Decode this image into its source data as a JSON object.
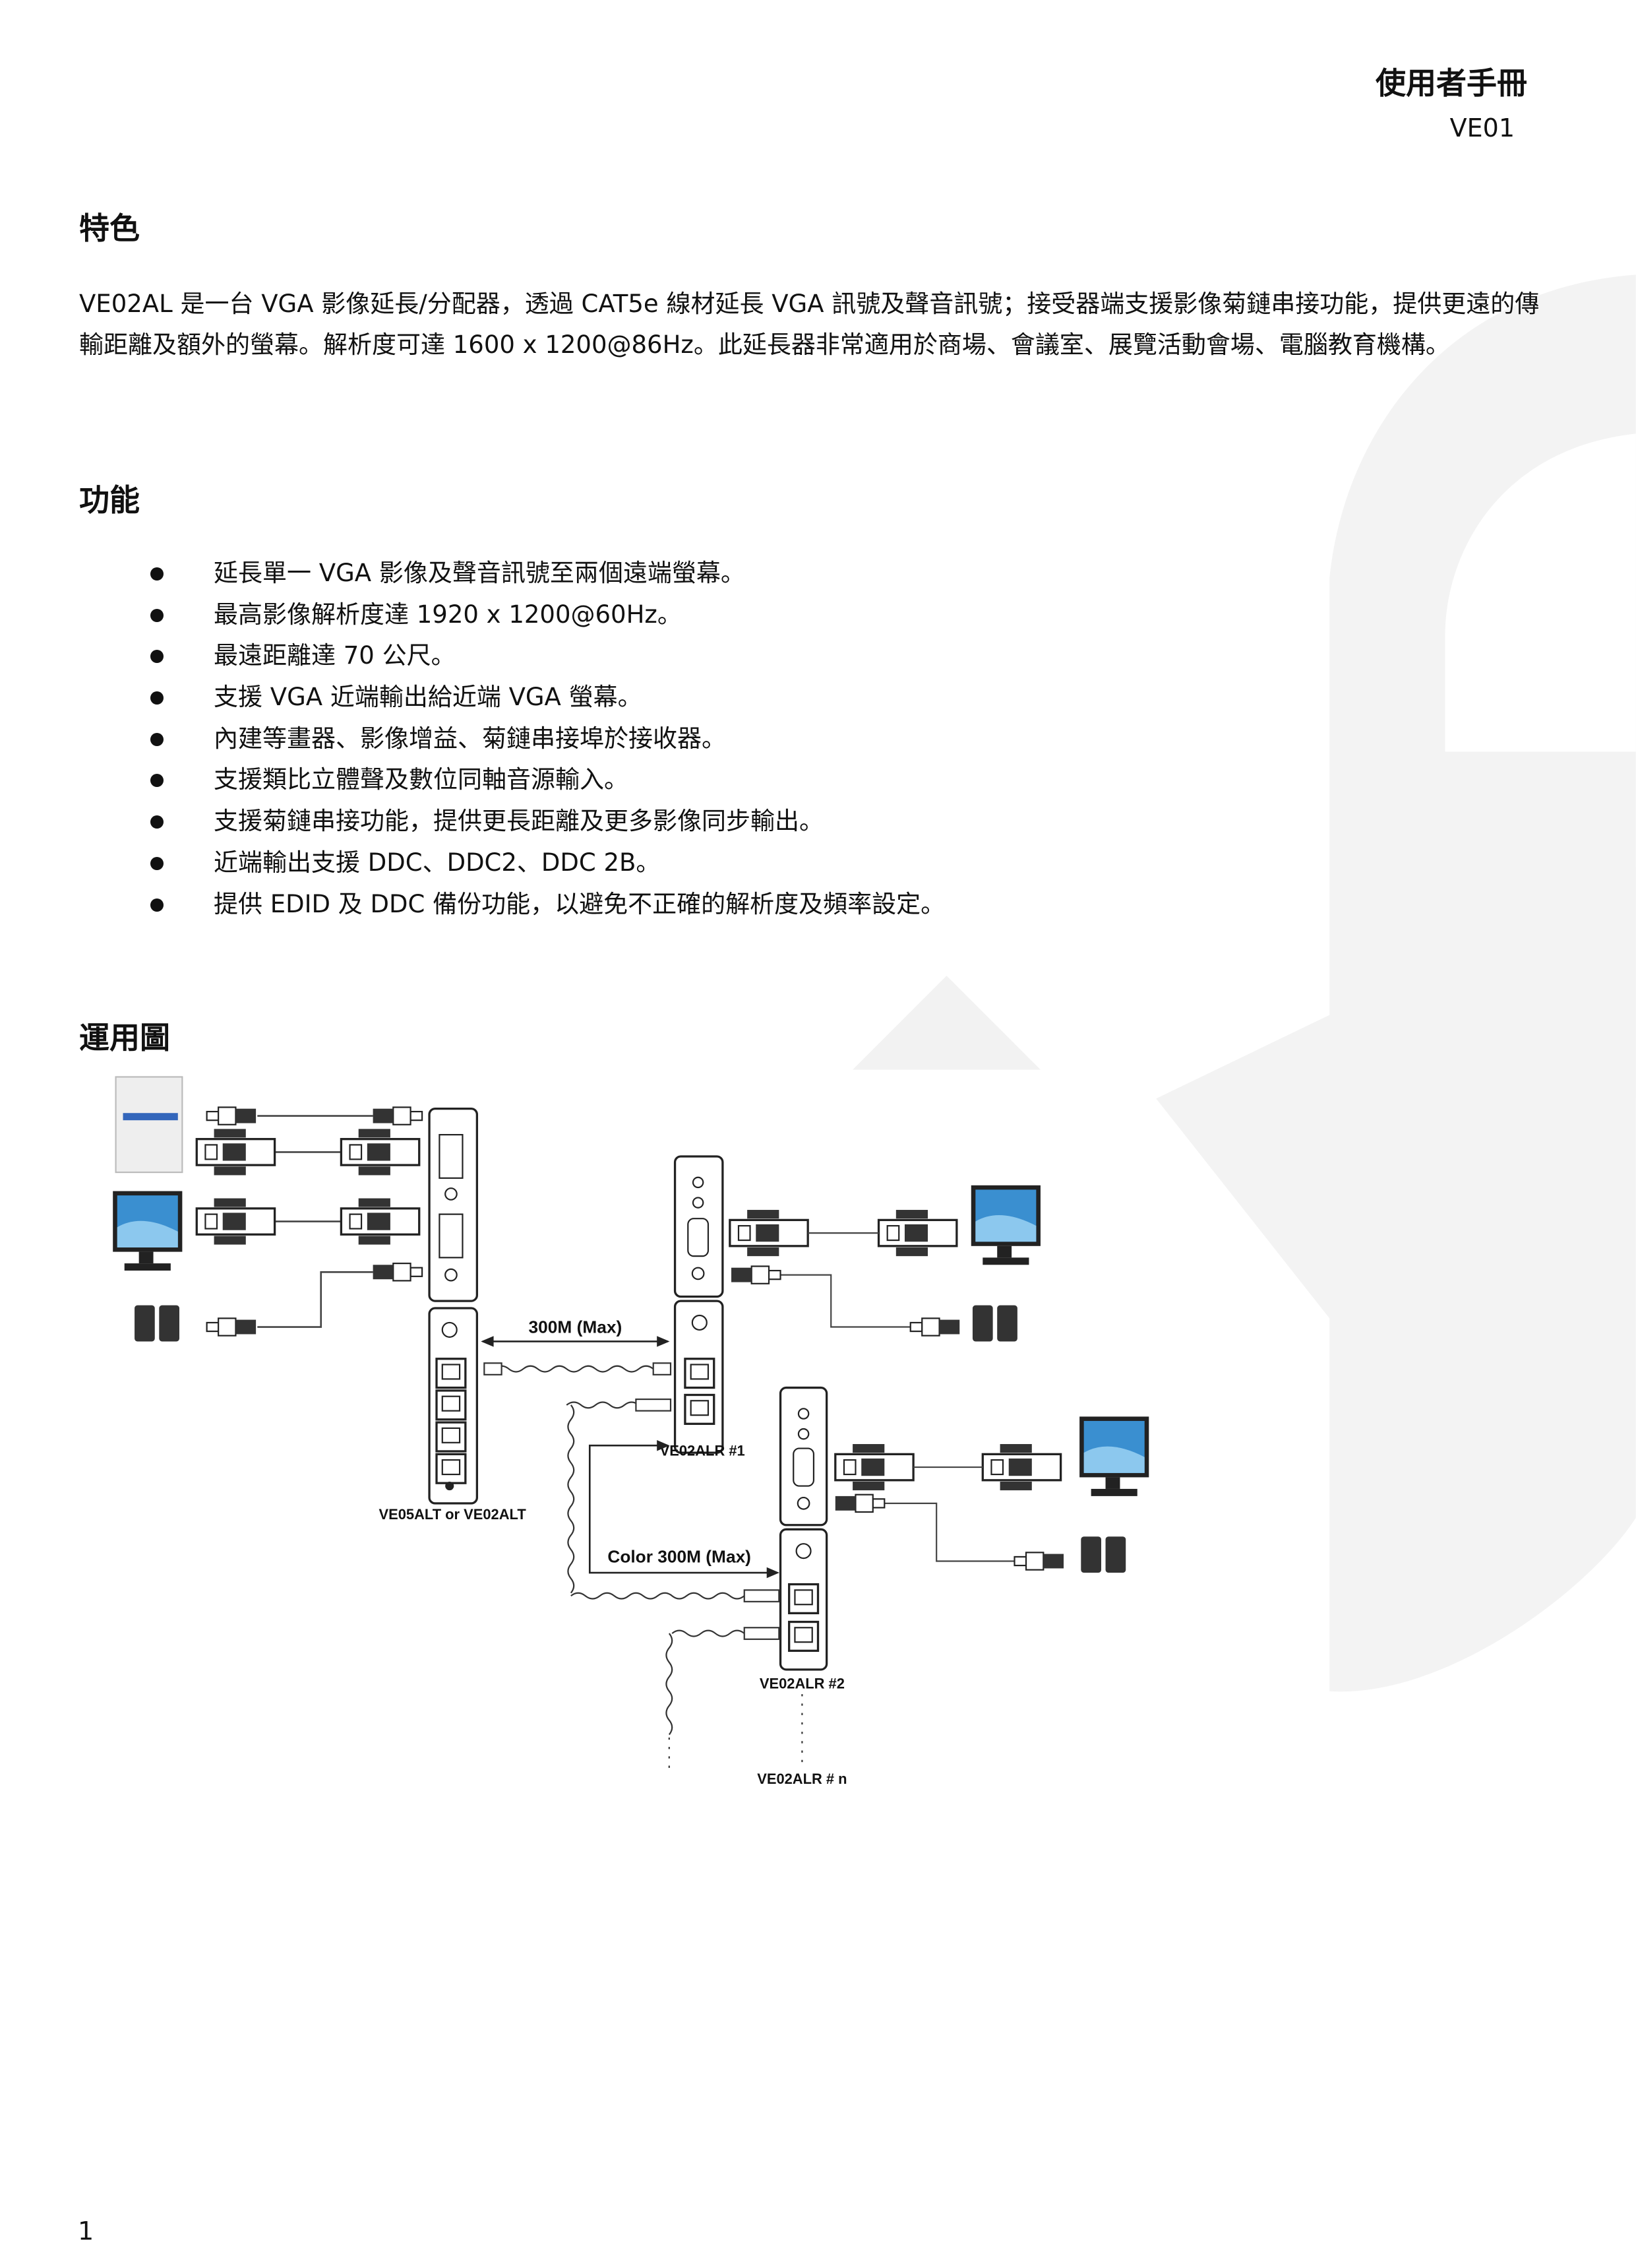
{
  "header": {
    "title": "使用者手冊",
    "code": "VE01"
  },
  "features": {
    "heading": "特色",
    "paragraph": "VE02AL 是一台 VGA 影像延長/分配器，透過 CAT5e 線材延長 VGA 訊號及聲音訊號；接受器端支援影像菊鏈串接功能，提供更遠的傳輸距離及額外的螢幕。解析度可達 1600 x 1200@86Hz。此延長器非常適用於商場、會議室、展覽活動會場、電腦教育機構。"
  },
  "functions": {
    "heading": "功能",
    "items": [
      "延長單一 VGA 影像及聲音訊號至兩個遠端螢幕。",
      "最高影像解析度達 1920 x 1200@60Hz。",
      "最遠距離達 70 公尺。",
      "支援 VGA 近端輸出給近端 VGA 螢幕。",
      "內建等畫器、影像增益、菊鏈串接埠於接收器。",
      "支援類比立體聲及數位同軸音源輸入。",
      "支援菊鏈串接功能，提供更長距離及更多影像同步輸出。",
      "近端輸出支援 DDC、DDC2、DDC 2B。",
      "提供 EDID 及 DDC 備份功能，以避免不正確的解析度及頻率設定。"
    ]
  },
  "diagram": {
    "heading": "運用圖",
    "label_300m": "300M (Max)",
    "label_color_300m": "Color 300M (Max)",
    "transmitter_label": "VE05ALT or VE02ALT",
    "receiver1_label": "VE02ALR #1",
    "receiver2_label": "VE02ALR #2",
    "receivern_label": "VE02ALR # n"
  },
  "footer": {
    "page_number": "1"
  }
}
